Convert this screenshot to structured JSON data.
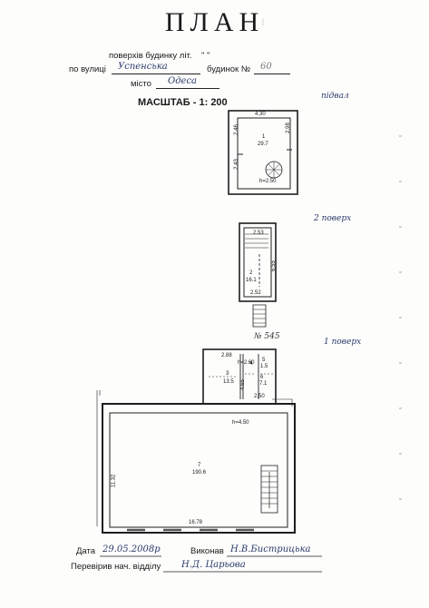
{
  "header": {
    "title": "ПЛАН",
    "floors_label": "поверхів будинку літ.",
    "floors_quote": "\"                    \"",
    "street_label": "по вулиці",
    "street_value": "Успенська",
    "house_label": "будинок №",
    "house_value": "60",
    "city_label": "місто",
    "city_value": "Одеса",
    "scale": "МАСШТАБ - 1: 200"
  },
  "side_notes": {
    "basement": "підвал",
    "floor2": "2 поверх",
    "floor1": "1 поверх",
    "stamp": "№ 545"
  },
  "plan": {
    "basement": {
      "width_dim": "4.30",
      "left_dim_top": "2.46",
      "right_dim": "2.98",
      "left_dim_bottom": "2.43",
      "room_no": "1",
      "area": "29.7",
      "height": "h=2.50"
    },
    "floor2": {
      "room_no": "2",
      "area": "16.1",
      "top_dim": "2.53",
      "bottom_dim": "2.52",
      "side_dim": "6.55"
    },
    "floor1": {
      "top_dim": "2.88",
      "rooms": [
        {
          "no": "3",
          "area": "13.5"
        },
        {
          "no": "4",
          "area": ""
        },
        {
          "no": "5",
          "area": "1.5"
        },
        {
          "no": "6",
          "area": "7.1"
        },
        {
          "no": "7",
          "area": "190.6"
        }
      ],
      "small_height": "h=2.60",
      "main_height": "h=4.50",
      "left_dim": "11.32",
      "bottom_dim": "16.78",
      "side_dim": "4.65",
      "small_dim": "2.50"
    }
  },
  "footer": {
    "date_label": "Дата",
    "date_value": "29.05.2008р",
    "executor_label": "Виконав",
    "executor_value": "Н.В.Бистрицька",
    "checked_label": "Перевірив нач. відділу",
    "checked_value": "Н.Д. Царьова"
  }
}
